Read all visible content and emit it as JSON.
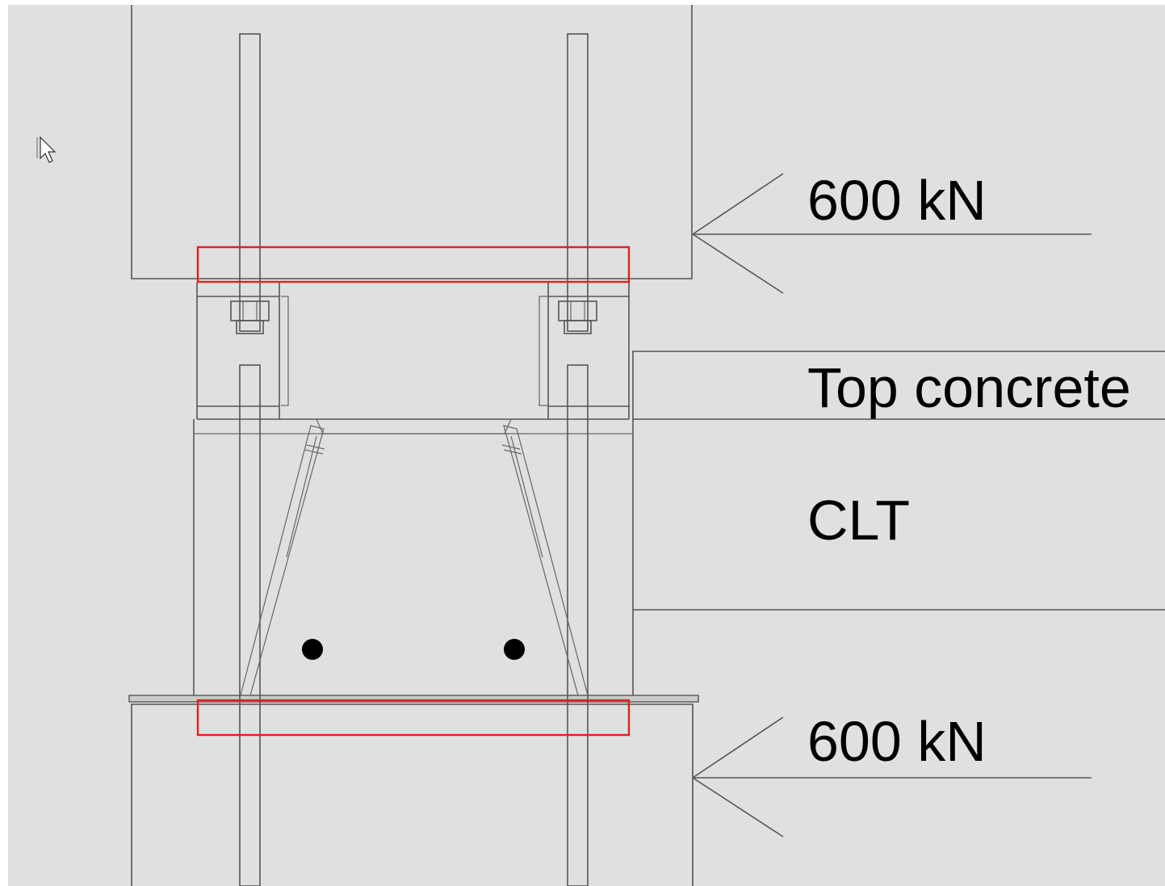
{
  "labels": {
    "top_load": "600 kN",
    "top_concrete": "Top concrete",
    "clt": "CLT",
    "bottom_load": "600 kN"
  },
  "colors": {
    "background": "#e0e0e0",
    "line": "#555555",
    "highlight": "#e02020",
    "text": "#000000"
  },
  "icons": {
    "cursor": "mouse-pointer-icon"
  }
}
